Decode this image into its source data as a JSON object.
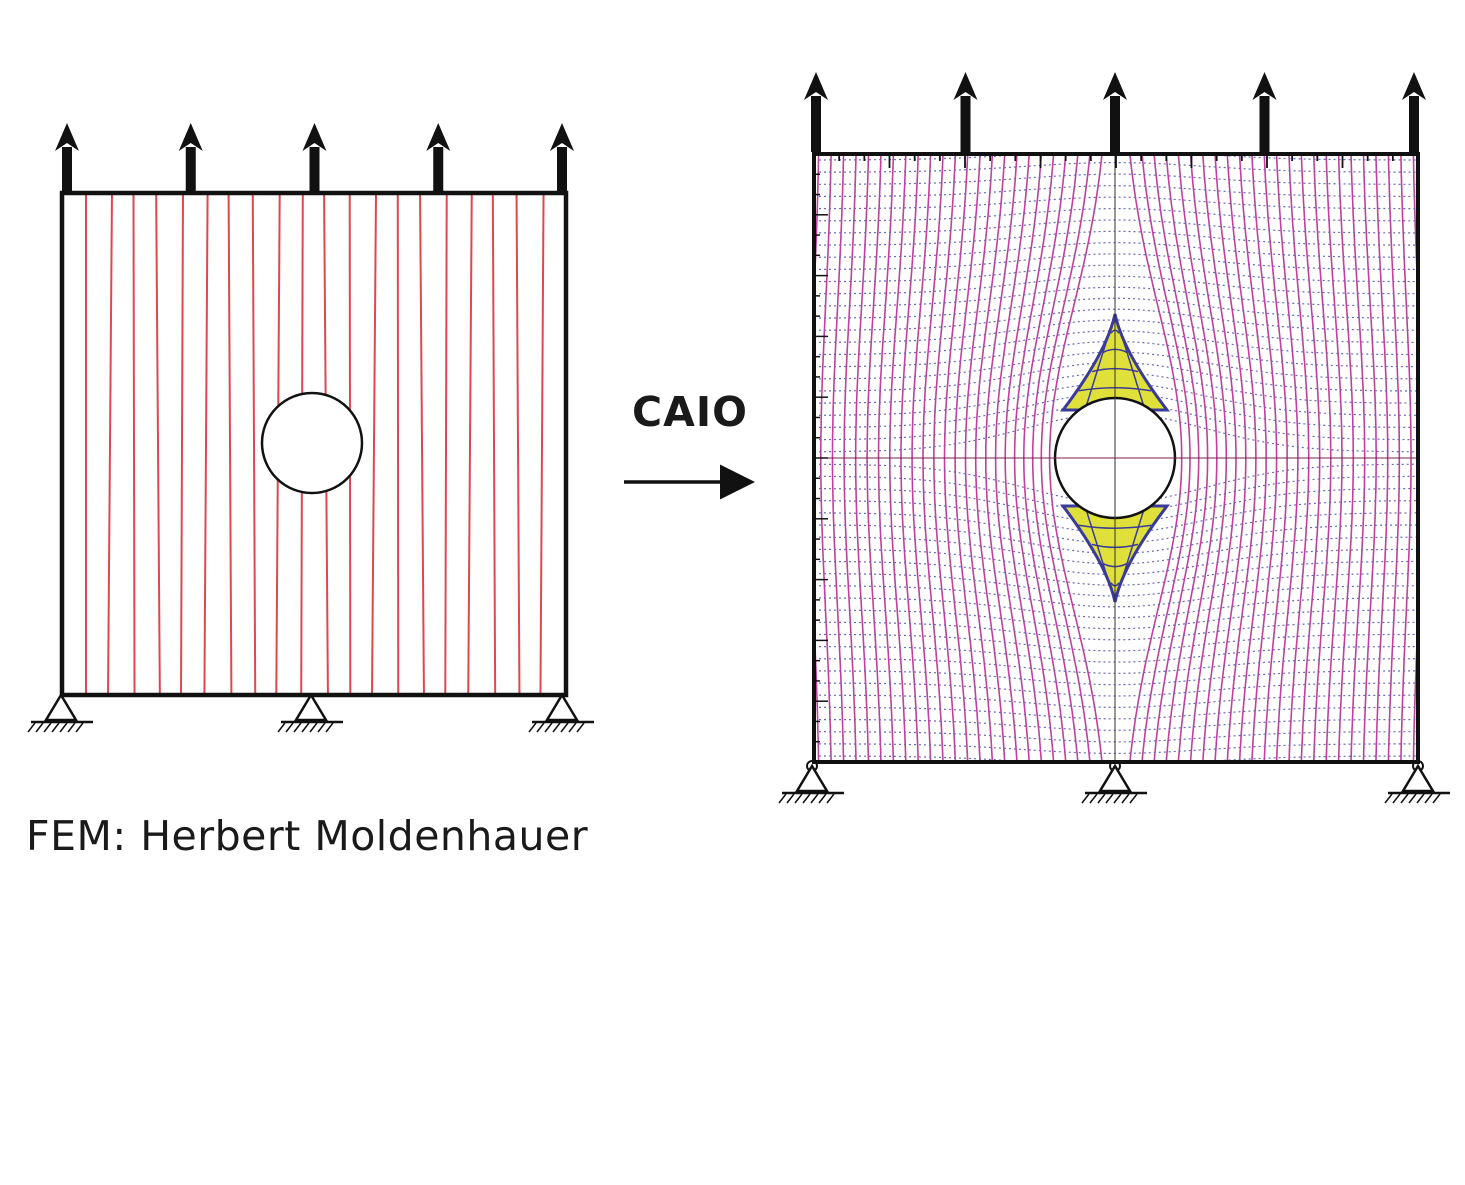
{
  "left_panel": {
    "caption": "FEM: Herbert Moldenhauer",
    "load_arrow_count": 5,
    "support_count": 3,
    "force_line_count": 20
  },
  "transition": {
    "label": "CAIO"
  },
  "right_panel": {
    "load_arrow_count": 5,
    "support_count": 3,
    "vertical_line_count": 48,
    "horizontal_line_count": 50
  },
  "colors": {
    "frame": "#111111",
    "force_lines_left": "#e0474c",
    "force_lines_right": "#c0409a",
    "dotted_lines": "#6a6ab8",
    "reinforcement_fill": "#dfe03a",
    "reinforcement_outline": "#3a3a9a"
  }
}
